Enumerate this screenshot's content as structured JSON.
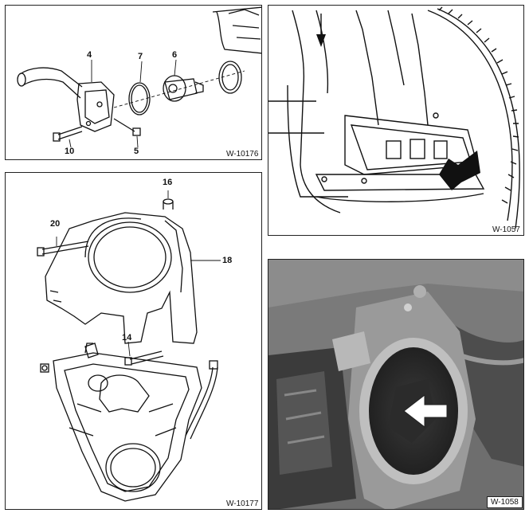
{
  "figures": [
    {
      "id": "W-10176",
      "callouts": [
        "4",
        "7",
        "6",
        "10",
        "5"
      ]
    },
    {
      "id": "W-1057",
      "callouts": []
    },
    {
      "id": "W-10177",
      "callouts": [
        "16",
        "20",
        "18",
        "14"
      ]
    },
    {
      "id": "W-1058",
      "callouts": []
    }
  ]
}
